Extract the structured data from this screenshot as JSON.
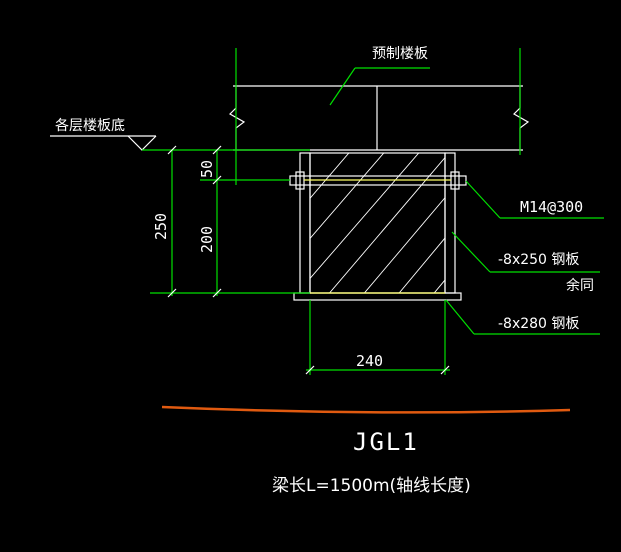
{
  "labels": {
    "precast_slab": "预制楼板",
    "floor_slab_bottom": "各层楼板底",
    "bolt": "M14@300",
    "side_plate": "-8x250 钢板",
    "same_rest": "余同",
    "bottom_plate": "-8x280 钢板"
  },
  "dimensions": {
    "total_height": "250",
    "upper_height": "50",
    "lower_height": "200",
    "width": "240"
  },
  "title": {
    "name": "JGL1",
    "beam_length": "梁长L=1500m(轴线长度)"
  },
  "colors": {
    "background": "#000000",
    "lines_green": "#00e000",
    "lines_white": "#ffffff",
    "accent_orange": "#e05a10",
    "plate_yellow": "#ffff66"
  }
}
